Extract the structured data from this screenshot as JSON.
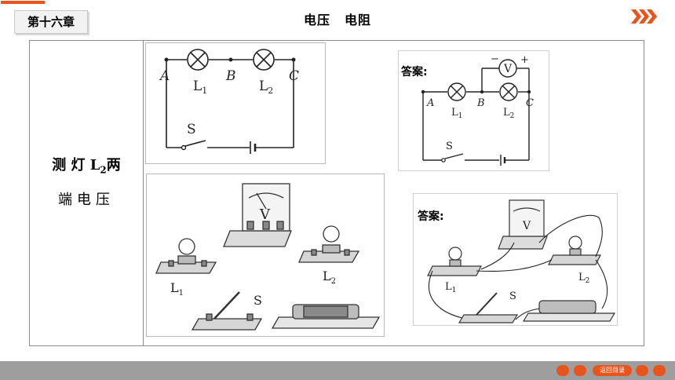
{
  "header": {
    "chapter": "第十六章",
    "title_part1": "电压",
    "title_part2": "电阻"
  },
  "task": {
    "line1_a": "测 灯",
    "line1_b": "L",
    "line1_sub": "2",
    "line1_c": "两",
    "line2": "端电压"
  },
  "circuit": {
    "node_a": "A",
    "node_b": "B",
    "node_c": "C",
    "lamp1_main": "L",
    "lamp1_sub": "1",
    "lamp2_main": "L",
    "lamp2_sub": "2",
    "switch": "S"
  },
  "answer1": {
    "tag": "答案:",
    "meter": "V",
    "minus": "−",
    "plus": "+",
    "node_a": "A",
    "node_b": "B",
    "node_c": "C",
    "lamp1_main": "L",
    "lamp1_sub": "1",
    "lamp2_main": "L",
    "lamp2_sub": "2",
    "switch": "S"
  },
  "devices": {
    "meter": "V",
    "lamp1_main": "L",
    "lamp1_sub": "1",
    "lamp2_main": "L",
    "lamp2_sub": "2",
    "switch": "S"
  },
  "answer2": {
    "tag": "答案:",
    "meter": "V",
    "lamp1_main": "L",
    "lamp1_sub": "1",
    "lamp2_main": "L",
    "lamp2_sub": "2",
    "switch": "S"
  },
  "footer": {
    "home_label": "返回目录"
  },
  "colors": {
    "accent": "#e8541c",
    "footer_bar": "#9e9e9e",
    "border": "#8a8a8a"
  }
}
